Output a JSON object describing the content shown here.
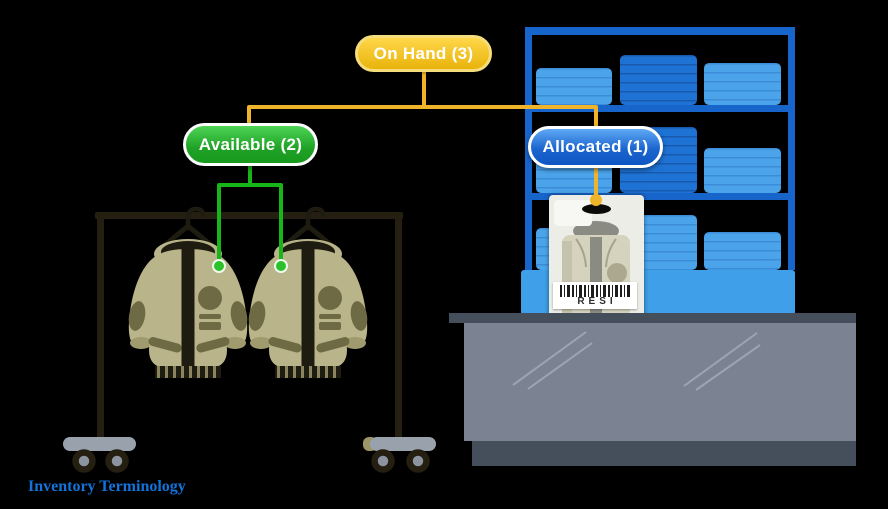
{
  "title": "Inventory Terminology",
  "diagram": {
    "on_hand": {
      "label": "On Hand (3)",
      "color": "#EFBB1C"
    },
    "available": {
      "label": "Available (2)",
      "color": "#23A52A"
    },
    "allocated": {
      "label": "Allocated (1)",
      "color": "#1C6BD3"
    }
  },
  "package": {
    "barcode_text": "RESI"
  },
  "counts": {
    "on_hand": 3,
    "available": 2,
    "allocated": 1
  },
  "colors": {
    "background": "#000000",
    "connector_yellow": "#F0B42A",
    "connector_green": "#17B517",
    "shelf_frame": "#1765CB",
    "stock_light": "#4BA4EA",
    "stock_dark": "#1E72D3",
    "shelf_base": "#3F9FE8",
    "counter_front": "#7B8393",
    "counter_dark": "#454E5B",
    "jacket_khaki": "#B9B489",
    "title_blue": "#1273DB"
  }
}
